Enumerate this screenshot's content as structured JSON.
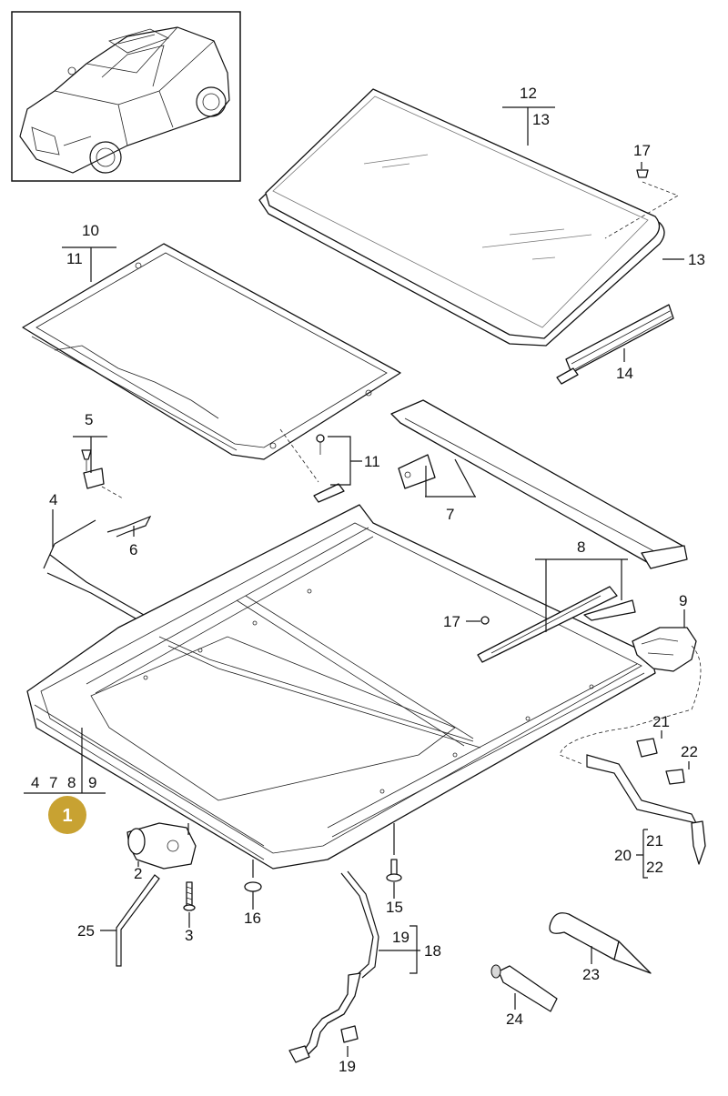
{
  "colors": {
    "badge": "#c8a232",
    "badge_text": "#ffffff",
    "line": "#111111"
  },
  "badge": {
    "label": "1"
  },
  "labels": {
    "p2": "2",
    "p3": "3",
    "p4": "4",
    "p4b": "4",
    "p5": "5",
    "p6": "6",
    "p7": "7",
    "p7b": "7",
    "p8": "8",
    "p8b": "8",
    "p9": "9",
    "p9b": "9",
    "p10": "10",
    "p11a": "11",
    "p11b": "11",
    "p12": "12",
    "p13a": "13",
    "p13b": "13",
    "p14": "14",
    "p15": "15",
    "p16": "16",
    "p17a": "17",
    "p17b": "17",
    "p18": "18",
    "p19a": "19",
    "p19b": "19",
    "p20": "20",
    "p21a": "21",
    "p21b": "21",
    "p22a": "22",
    "p22b": "22",
    "p23": "23",
    "p24": "24",
    "p25": "25"
  }
}
